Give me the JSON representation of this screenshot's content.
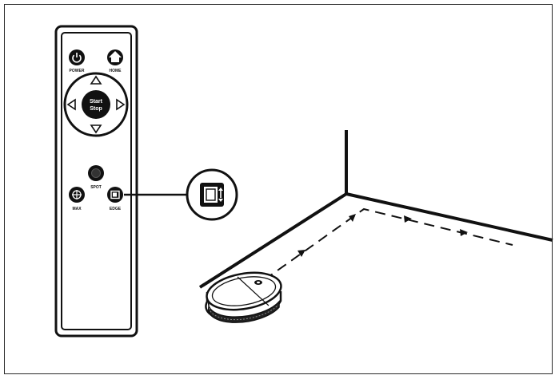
{
  "remote": {
    "power_label": "POWER",
    "home_label": "HOME",
    "center_label_line1": "Start",
    "center_label_line2": "Stop",
    "spot_label": "SPOT",
    "max_label": "MAX",
    "edge_label": "EDGE"
  },
  "icons": {
    "power": "power-icon",
    "home": "home-icon",
    "up": "arrow-up-icon",
    "down": "arrow-down-icon",
    "left": "arrow-left-icon",
    "right": "arrow-right-icon",
    "spot": "spot-clean-icon",
    "max": "max-suction-icon",
    "edge": "edge-clean-icon",
    "callout": "edge-clean-callout-icon"
  },
  "colors": {
    "ink": "#111111",
    "frame": "#2a2a2a",
    "background": "#ffffff"
  }
}
